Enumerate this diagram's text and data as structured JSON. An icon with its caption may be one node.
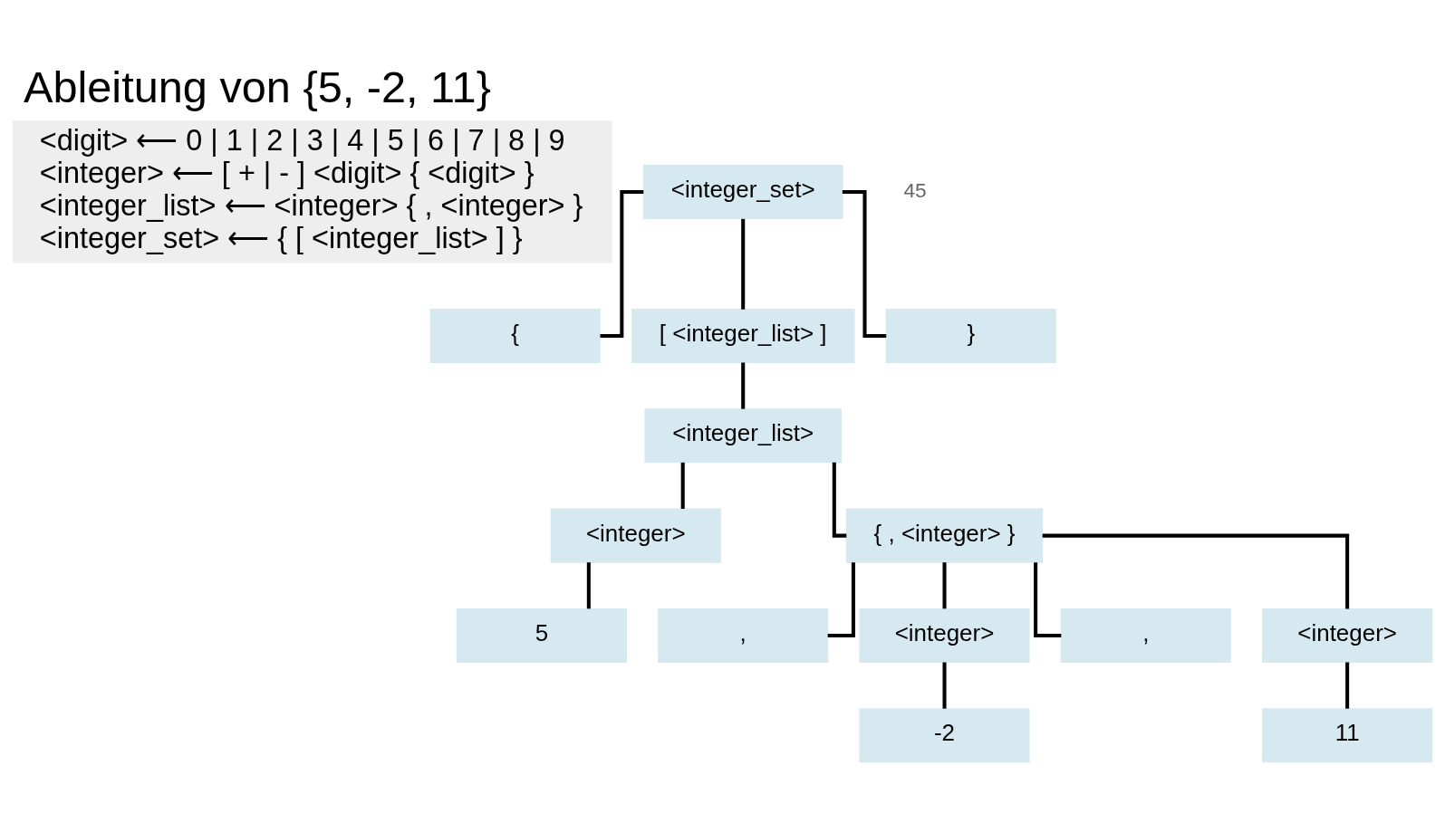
{
  "diagram": {
    "title": "Ableitung von {5, -2, 11}",
    "nodes": [
      {
        "text": [
          "<digit> ⟵ 0 | 1 | 2 | 3 | 4 | 5 | 6 | 7 | 8 | 9",
          "<integer> ⟵ [ + | - ] <digit> { <digit> }",
          "<integer_list> ⟵ <integer> { , <integer> }",
          "<integer_set> ⟵ { [ <integer_list> ] }"
        ]
      },
      {
        "text": [
          "<integer_set>"
        ]
      },
      {
        "text": [
          "{"
        ]
      },
      {
        "text": [
          "[ <integer_list> ]"
        ]
      },
      {
        "text": [
          "}"
        ]
      },
      {
        "text": [
          "<integer_list>"
        ]
      },
      {
        "text": [
          "<integer>"
        ]
      },
      {
        "text": [
          "{ , <integer> }"
        ]
      },
      {
        "text": [
          "5"
        ]
      },
      {
        "text": [
          ","
        ]
      },
      {
        "text": [
          "<integer>"
        ]
      },
      {
        "text": [
          ","
        ]
      },
      {
        "text": [
          "<integer>"
        ]
      },
      {
        "text": [
          "-2"
        ]
      },
      {
        "text": [
          "11"
        ]
      }
    ],
    "edges": [
      {
        "from": 1,
        "to": 2,
        "arrow": "none"
      },
      {
        "from": 1,
        "to": 3,
        "arrow": "none"
      },
      {
        "from": 1,
        "to": 4,
        "arrow": "none"
      },
      {
        "from": 3,
        "to": 5,
        "arrow": "none"
      },
      {
        "from": 5,
        "to": 6,
        "arrow": "none"
      },
      {
        "from": 5,
        "to": 7,
        "arrow": "none"
      },
      {
        "from": 6,
        "to": 8,
        "arrow": "none"
      },
      {
        "from": 7,
        "to": 9,
        "arrow": "none"
      },
      {
        "from": 7,
        "to": 10,
        "arrow": "none"
      },
      {
        "from": 7,
        "to": 11,
        "arrow": "none"
      },
      {
        "from": 7,
        "to": 12,
        "arrow": "none"
      },
      {
        "from": 10,
        "to": 13,
        "arrow": "none"
      },
      {
        "from": 12,
        "to": 14,
        "arrow": "none"
      }
    ],
    "labels": [
      "45"
    ]
  }
}
